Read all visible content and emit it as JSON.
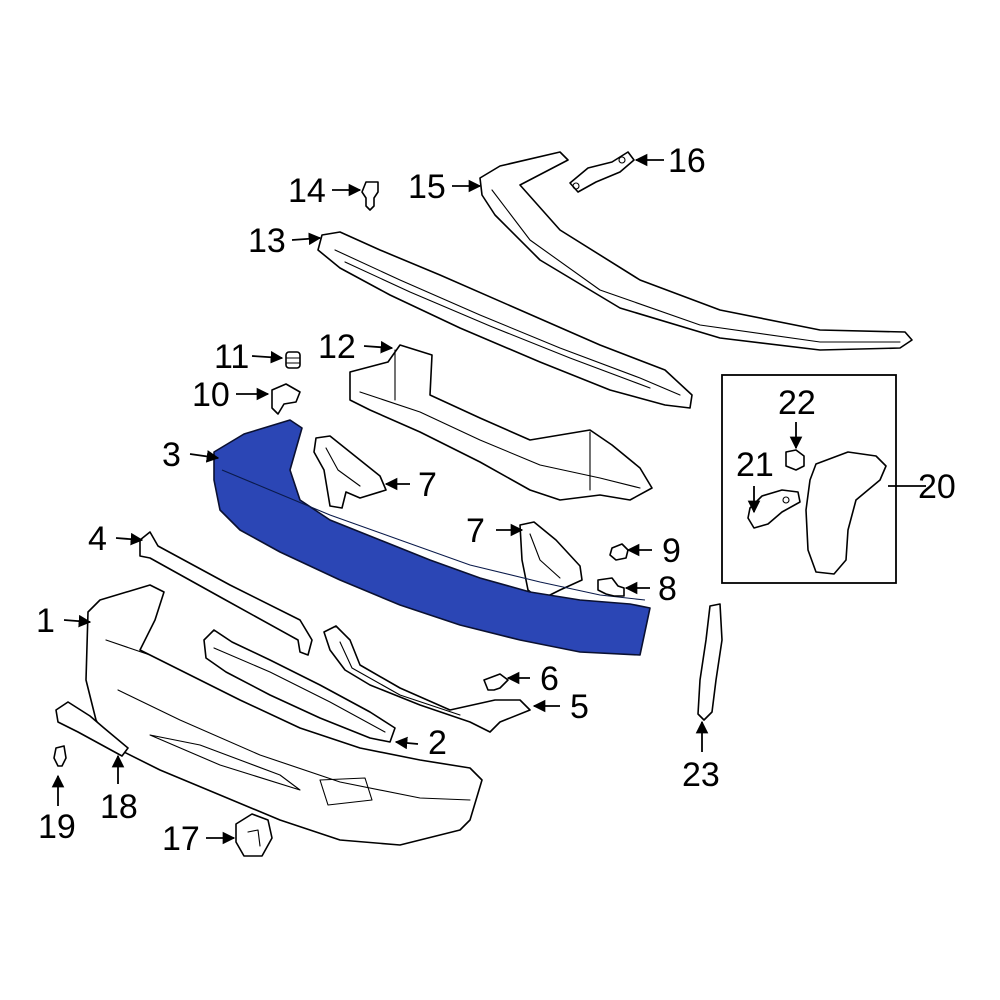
{
  "diagram": {
    "highlight_color": "#2b46b5",
    "highlighted_part": "3",
    "callouts": [
      {
        "id": "1",
        "label": "1"
      },
      {
        "id": "2",
        "label": "2"
      },
      {
        "id": "3",
        "label": "3"
      },
      {
        "id": "4",
        "label": "4"
      },
      {
        "id": "5",
        "label": "5"
      },
      {
        "id": "6",
        "label": "6"
      },
      {
        "id": "7a",
        "label": "7"
      },
      {
        "id": "7b",
        "label": "7"
      },
      {
        "id": "8",
        "label": "8"
      },
      {
        "id": "9",
        "label": "9"
      },
      {
        "id": "10",
        "label": "10"
      },
      {
        "id": "11",
        "label": "11"
      },
      {
        "id": "12",
        "label": "12"
      },
      {
        "id": "13",
        "label": "13"
      },
      {
        "id": "14",
        "label": "14"
      },
      {
        "id": "15",
        "label": "15"
      },
      {
        "id": "16",
        "label": "16"
      },
      {
        "id": "17",
        "label": "17"
      },
      {
        "id": "18",
        "label": "18"
      },
      {
        "id": "19",
        "label": "19"
      },
      {
        "id": "20",
        "label": "20"
      },
      {
        "id": "21",
        "label": "21"
      },
      {
        "id": "22",
        "label": "22"
      },
      {
        "id": "23",
        "label": "23"
      }
    ]
  }
}
